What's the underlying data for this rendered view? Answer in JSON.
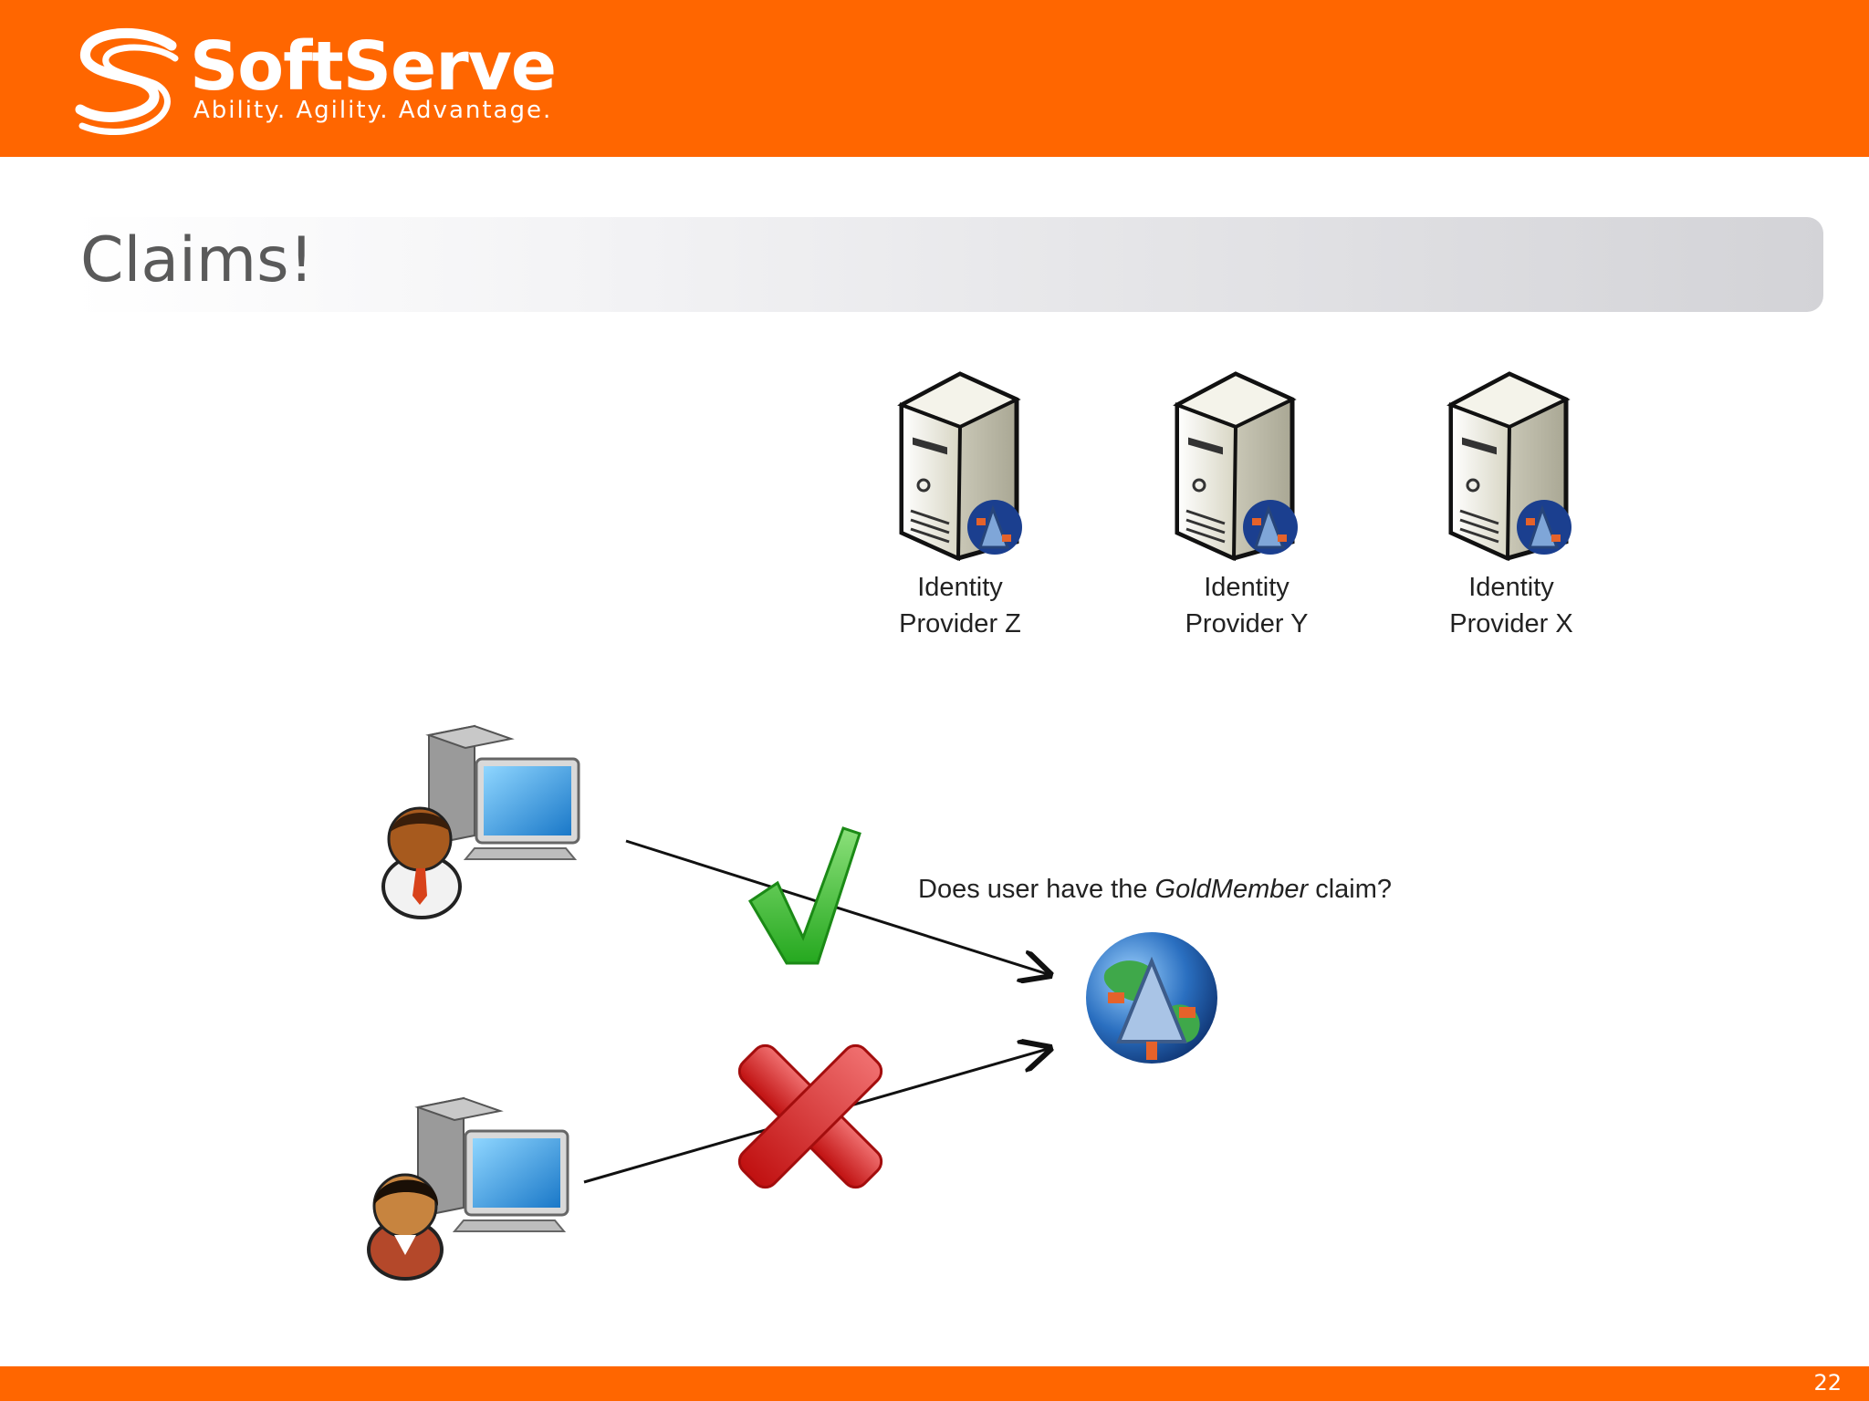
{
  "header": {
    "brand": "SoftServe",
    "tagline": "Ability. Agility. Advantage."
  },
  "title": "Claims!",
  "providers": [
    {
      "line1": "Identity",
      "line2": "Provider Z"
    },
    {
      "line1": "Identity",
      "line2": "Provider Y"
    },
    {
      "line1": "Identity",
      "line2": "Provider X"
    }
  ],
  "question": {
    "prefix": "Does user have the ",
    "emphasis": "GoldMember",
    "suffix": " claim?"
  },
  "users": [
    {
      "result": "allowed",
      "mark": "check"
    },
    {
      "result": "denied",
      "mark": "cross"
    }
  ],
  "colors": {
    "brand_orange": "#ff6600",
    "check_green": "#3cc43c",
    "cross_red": "#d81e1e",
    "title_text": "#5a5a5a"
  },
  "footer": {
    "page_number": "22"
  }
}
